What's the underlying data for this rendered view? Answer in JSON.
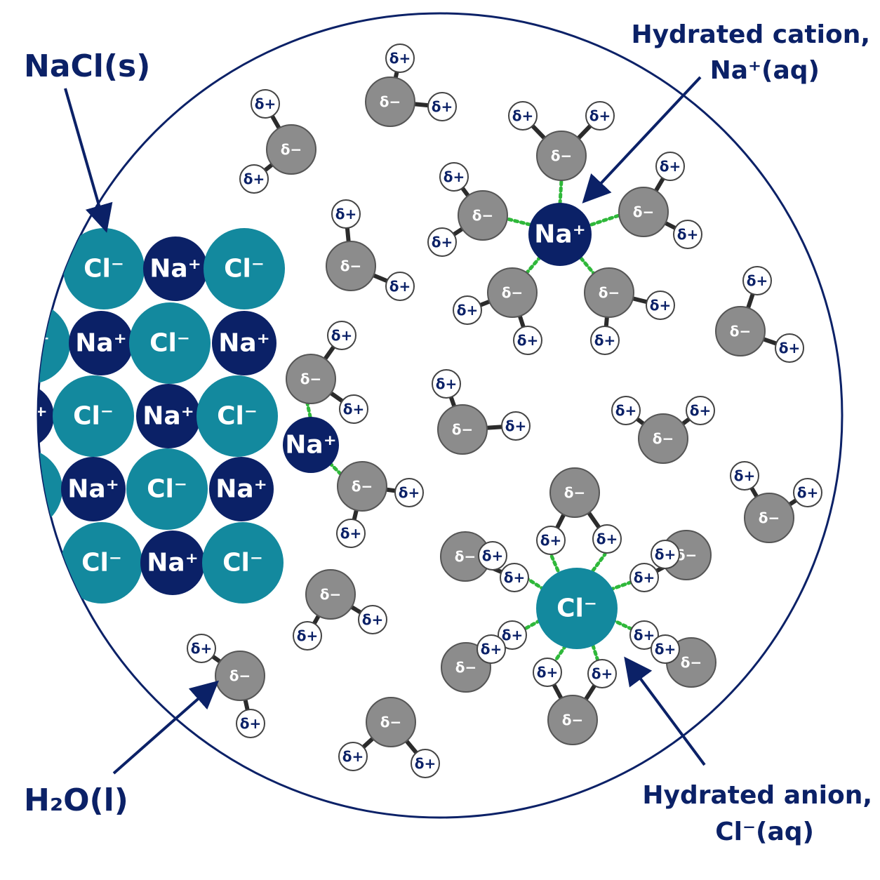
{
  "labels": {
    "solid": "NaCl(s)",
    "water": "H₂O(l)",
    "cation_line1": "Hydrated cation,",
    "cation_line2": "Na⁺(aq)",
    "anion_line1": "Hydrated anion,",
    "anion_line2": "Cl⁻(aq)"
  },
  "symbols": {
    "sodium": "Na⁺",
    "chloride": "Cl⁻",
    "partial_negative": "δ−",
    "partial_positive": "δ+"
  },
  "colors": {
    "chloride": "#13899e",
    "sodium": "#0b2167",
    "oxygen": "#8c8c8c",
    "hydrogen": "#ffffff",
    "ion_dipole": "#2fb83a",
    "outline": "#0b2167"
  },
  "lattice": [
    "Cl Na Cl",
    "Na Cl Na",
    "Cl Na Cl",
    "Na Cl Na",
    "Cl Na Cl"
  ]
}
